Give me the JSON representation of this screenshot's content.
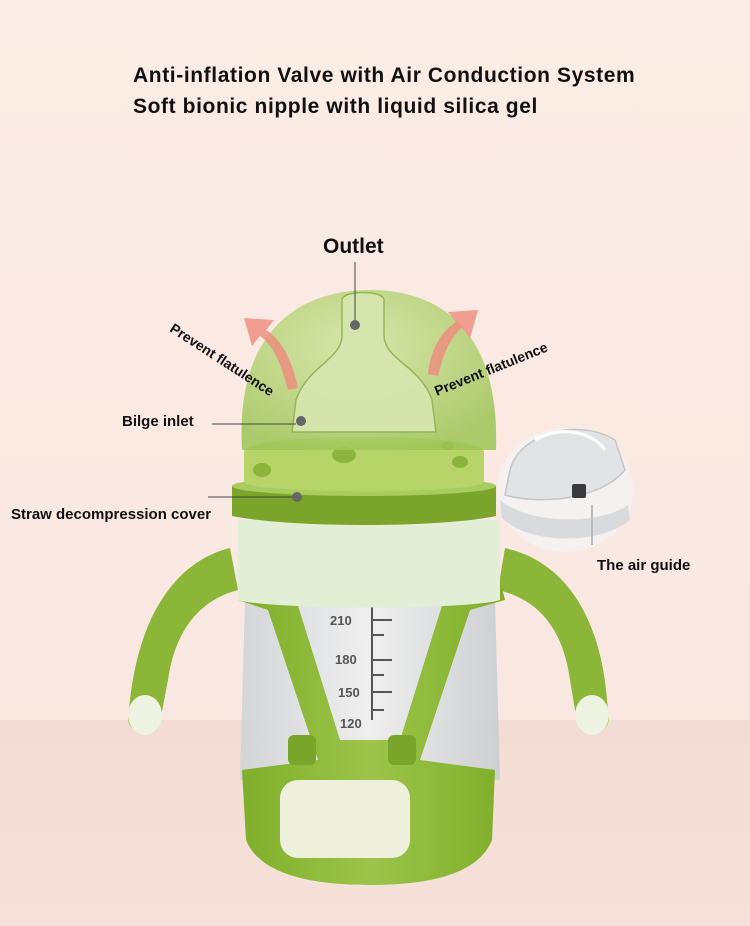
{
  "headline": {
    "line1": "Anti-inflation Valve with Air Conduction System",
    "line2": "Soft bionic nipple with liquid silica gel"
  },
  "callouts": {
    "outlet": "Outlet",
    "prevent_left": "Prevent flatulence",
    "prevent_right": "Prevent flatulence",
    "bilge_inlet": "Bilge inlet",
    "straw_cover": "Straw decompression cover",
    "air_guide": "The air guide"
  },
  "scale_marks": [
    "210",
    "180",
    "150",
    "120"
  ],
  "colors": {
    "bottle_green": "#8fb93a",
    "dome_green": "#b5d27a",
    "sleeve_cream": "#e2edd6",
    "arrow_red": "#ef8a7d",
    "background": "#fbece5"
  }
}
